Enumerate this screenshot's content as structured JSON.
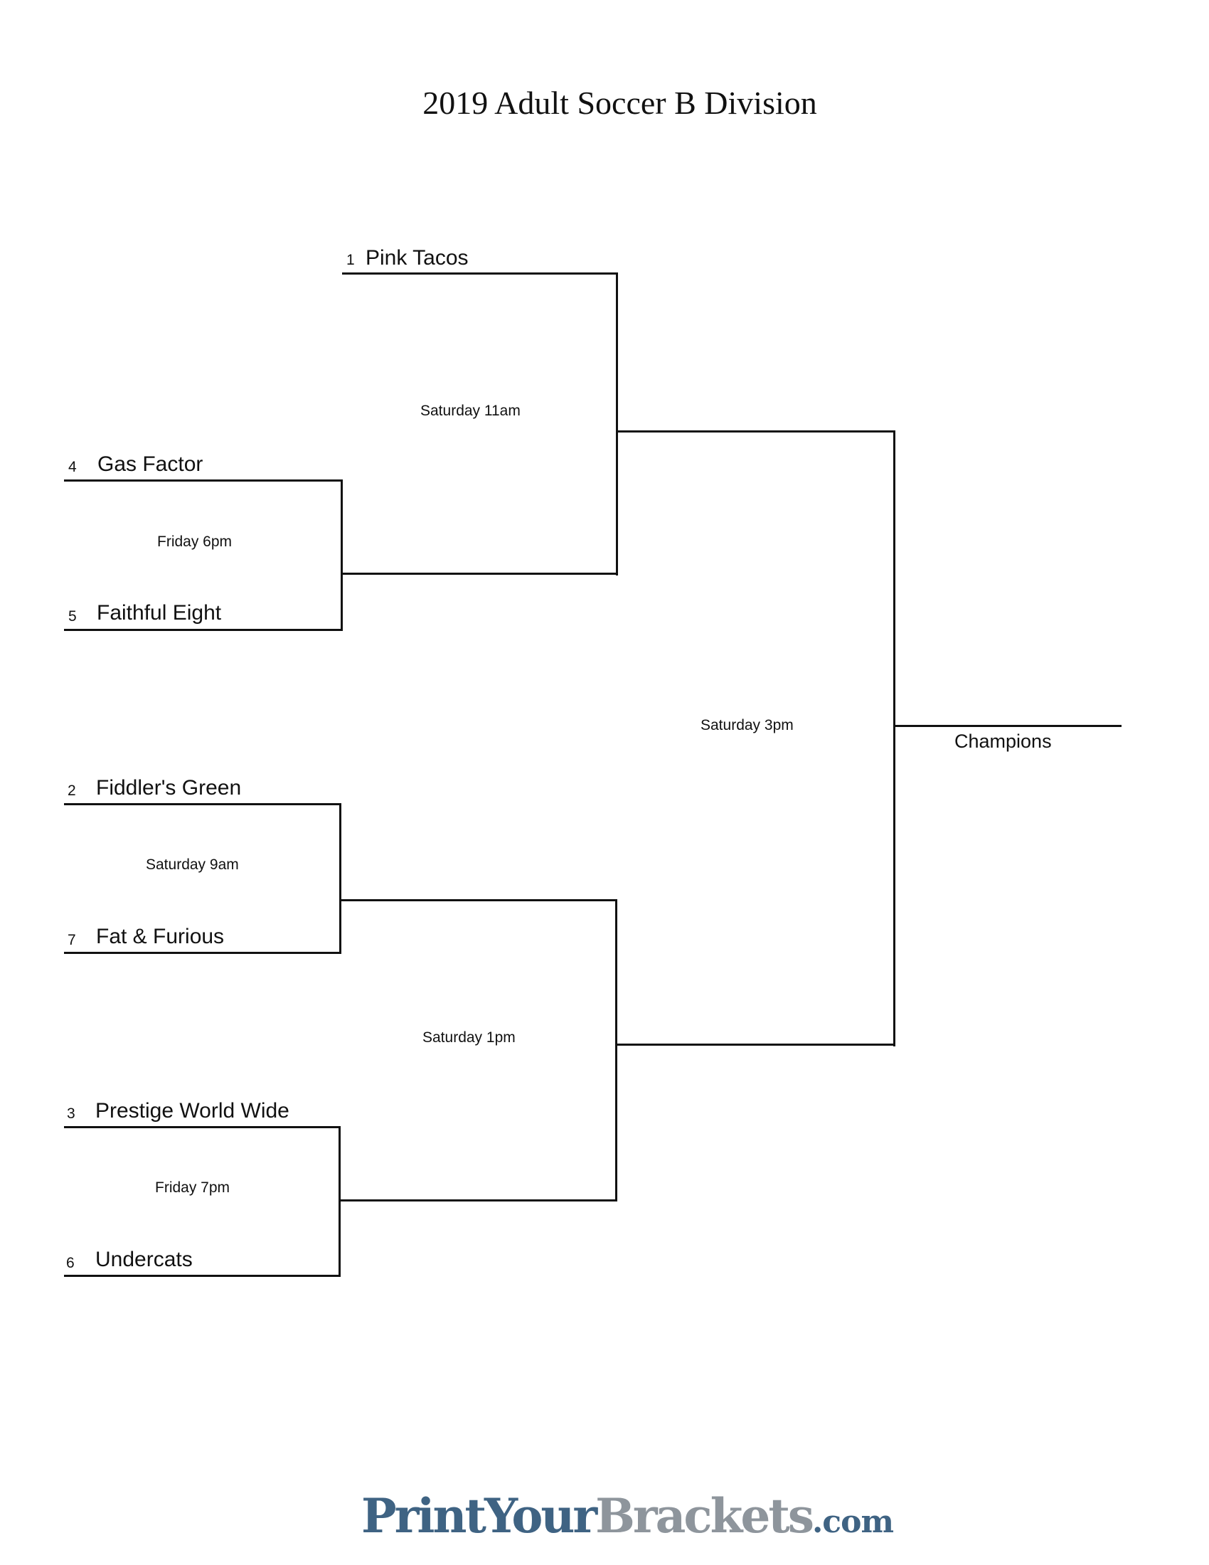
{
  "title": "2019 Adult Soccer B Division",
  "teams": {
    "pink_tacos": {
      "seed": "1",
      "name": "Pink Tacos"
    },
    "gas_factor": {
      "seed": "4",
      "name": "Gas Factor"
    },
    "faithful_eight": {
      "seed": "5",
      "name": "Faithful Eight"
    },
    "fiddlers_green": {
      "seed": "2",
      "name": "Fiddler's Green"
    },
    "fat_furious": {
      "seed": "7",
      "name": "Fat & Furious"
    },
    "prestige": {
      "seed": "3",
      "name": "Prestige World Wide"
    },
    "undercats": {
      "seed": "6",
      "name": "Undercats"
    }
  },
  "games": {
    "friday_6pm": "Friday 6pm",
    "saturday_11am": "Saturday 11am",
    "saturday_9am": "Saturday 9am",
    "friday_7pm": "Friday 7pm",
    "saturday_1pm": "Saturday 1pm",
    "saturday_3pm": "Saturday 3pm"
  },
  "champions_label": "Champions",
  "logo": {
    "part1": "PrintYour",
    "part2": "Brackets",
    "part3": ".com"
  },
  "colors": {
    "logo_blue": "#3f6383",
    "logo_gray": "#8e959c",
    "line": "#111111"
  }
}
